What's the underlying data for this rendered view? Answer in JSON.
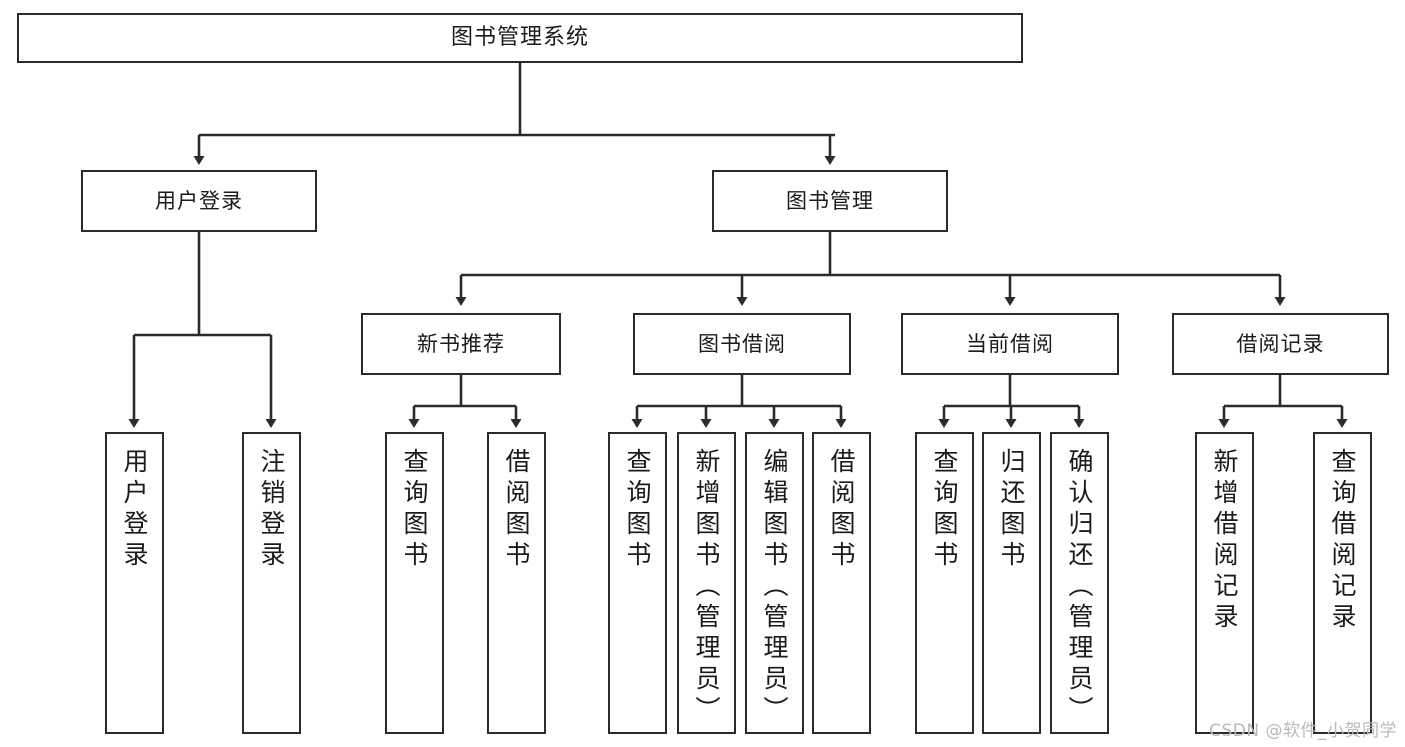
{
  "diagram": {
    "title": "图书管理系统",
    "type": "功能结构图",
    "colors": {
      "stroke": "#2b2b2b",
      "fill": "#ffffff",
      "text": "#1b1b1b",
      "watermark": "#b9b9b9"
    },
    "root": {
      "label": "图书管理系统"
    },
    "level2": [
      {
        "id": "user-login",
        "label": "用户登录"
      },
      {
        "id": "book-management",
        "label": "图书管理"
      }
    ],
    "level3": [
      {
        "id": "new-book-recommend",
        "label": "新书推荐"
      },
      {
        "id": "book-borrow",
        "label": "图书借阅"
      },
      {
        "id": "current-borrow",
        "label": "当前借阅"
      },
      {
        "id": "borrow-record",
        "label": "借阅记录"
      }
    ],
    "leaves": {
      "user-login": [
        {
          "id": "leaf-user-login",
          "label": "用户登录"
        },
        {
          "id": "leaf-logout",
          "label": "注销登录"
        }
      ],
      "new-book-recommend": [
        {
          "id": "leaf-query-book-1",
          "label": "查询图书"
        },
        {
          "id": "leaf-borrow-book-1",
          "label": "借阅图书"
        }
      ],
      "book-borrow": [
        {
          "id": "leaf-query-book-2",
          "label": "查询图书"
        },
        {
          "id": "leaf-add-book",
          "label": "新增图书（管理员）"
        },
        {
          "id": "leaf-edit-book",
          "label": "编辑图书（管理员）"
        },
        {
          "id": "leaf-borrow-book-2",
          "label": "借阅图书"
        }
      ],
      "current-borrow": [
        {
          "id": "leaf-query-book-3",
          "label": "查询图书"
        },
        {
          "id": "leaf-return-book",
          "label": "归还图书"
        },
        {
          "id": "leaf-confirm-return",
          "label": "确认归还（管理员）"
        }
      ],
      "borrow-record": [
        {
          "id": "leaf-add-record",
          "label": "新增借阅记录"
        },
        {
          "id": "leaf-query-record",
          "label": "查询借阅记录"
        }
      ]
    }
  },
  "watermark": {
    "text": "CSDN @软件_小贺同学"
  }
}
